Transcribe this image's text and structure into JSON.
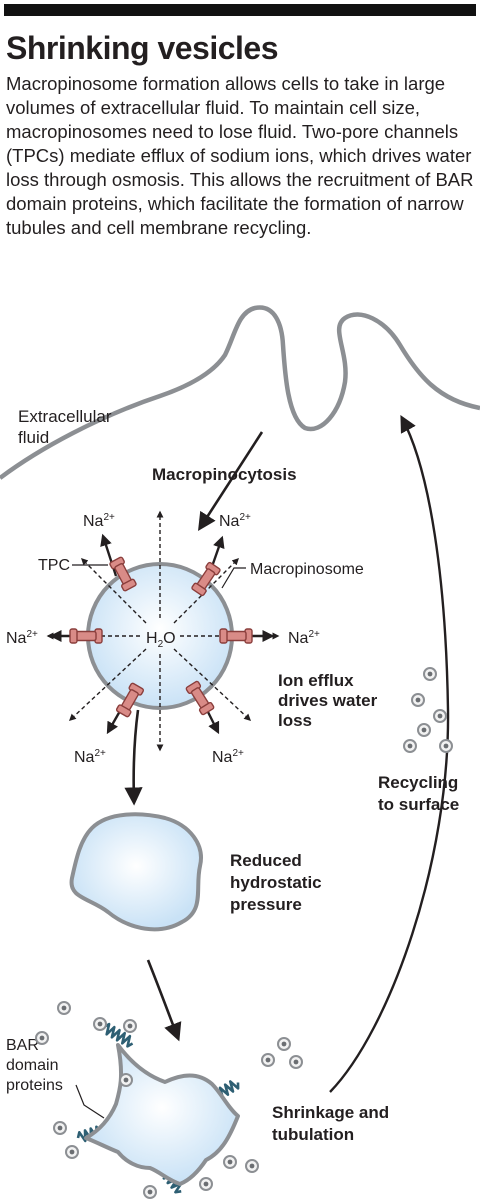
{
  "header": {
    "title": "Shrinking vesicles",
    "intro": "Macropinosome formation allows cells to take in large volumes of extracellular fluid. To maintain cell size, macropinosomes need to lose fluid. Two-pore channels (TPCs) mediate efflux of sodium ions, which drives water loss through osmosis. This allows the recruitment of BAR domain proteins, which facilitate the formation of narrow tubules and cell membrane recycling."
  },
  "labels": {
    "extracellular_1": "Extracellular",
    "extracellular_2": "fluid",
    "macropinocytosis": "Macropinocytosis",
    "tpc": "TPC",
    "macropinosome": "Macropinosome",
    "ion": "Na",
    "charge": "2+",
    "water_h": "H",
    "water_sub": "2",
    "water_o": "O",
    "efflux_1": "Ion efflux",
    "efflux_2": "drives water",
    "efflux_3": "loss",
    "reduced_1": "Reduced",
    "reduced_2": "hydrostatic",
    "reduced_3": "pressure",
    "recycling_1": "Recycling",
    "recycling_2": "to surface",
    "bar_1": "BAR",
    "bar_2": "domain",
    "bar_3": "proteins",
    "shrink_1": "Shrinkage and",
    "shrink_2": "tubulation"
  },
  "colors": {
    "membrane": "#8c8f93",
    "vesicle_fill": "#d8ecfa",
    "channel": "#d98b87",
    "channel_stroke": "#8a3e3c",
    "bar_protein": "#2e5f73"
  }
}
